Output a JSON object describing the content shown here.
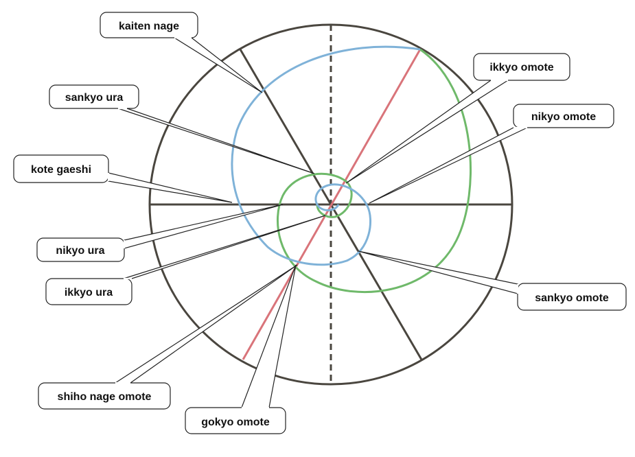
{
  "labels": {
    "kaiten_nage": "kaiten nage",
    "sankyo_ura": "sankyo ura",
    "kote_gaeshi": "kote gaeshi",
    "nikyo_ura": "nikyo ura",
    "ikkyo_ura": "ikkyo ura",
    "shiho_nage_omote": "shiho nage omote",
    "gokyo_omote": "gokyo omote",
    "ikkyo_omote": "ikkyo omote",
    "nikyo_omote": "nikyo omote",
    "sankyo_omote": "sankyo omote"
  },
  "colors": {
    "outline": "#4a463f",
    "blue_path": "#7fb2d8",
    "green_path": "#6fb96a",
    "red_line": "#d9747a"
  }
}
